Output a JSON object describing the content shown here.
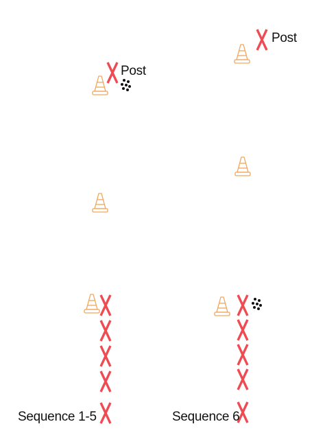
{
  "colors": {
    "player_marker": "#ef4b52",
    "cone": "#f2a65a",
    "ball": "#111111",
    "text": "#111111",
    "background": "#ffffff"
  },
  "marker_symbol": "X",
  "icons": {
    "cone": "cone-icon",
    "ball_group": "ball-group-icon",
    "player": "x-marker-icon"
  },
  "panels": [
    {
      "id": "sequence-1-5",
      "caption": "Sequence 1-5",
      "post_label": "Post",
      "player_count": 6,
      "cone_count": 3,
      "has_ball": true
    },
    {
      "id": "sequence-6",
      "caption": "Sequence 6",
      "post_label": "Post",
      "player_count": 6,
      "cone_count": 3,
      "has_ball": true
    }
  ]
}
